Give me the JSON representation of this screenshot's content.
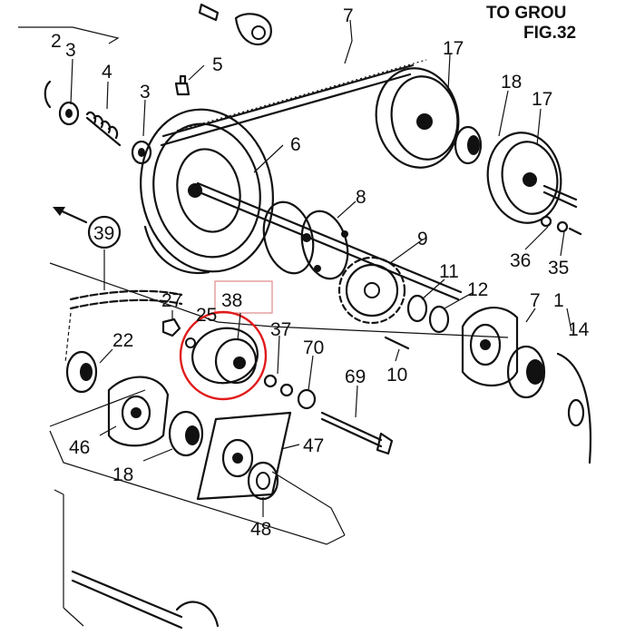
{
  "header": {
    "line1": "TO GROU",
    "line2": "FIG.32"
  },
  "callouts": [
    {
      "id": "7a",
      "text": "7"
    },
    {
      "id": "2",
      "text": "2"
    },
    {
      "id": "3a",
      "text": "3"
    },
    {
      "id": "4",
      "text": "4"
    },
    {
      "id": "5",
      "text": "5"
    },
    {
      "id": "3b",
      "text": "3"
    },
    {
      "id": "17a",
      "text": "17"
    },
    {
      "id": "18a",
      "text": "18"
    },
    {
      "id": "17b",
      "text": "17"
    },
    {
      "id": "6",
      "text": "6"
    },
    {
      "id": "8",
      "text": "8"
    },
    {
      "id": "39",
      "text": "39"
    },
    {
      "id": "9",
      "text": "9"
    },
    {
      "id": "36",
      "text": "36"
    },
    {
      "id": "35",
      "text": "35"
    },
    {
      "id": "11",
      "text": "11"
    },
    {
      "id": "12",
      "text": "12"
    },
    {
      "id": "27",
      "text": "27"
    },
    {
      "id": "38",
      "text": "38"
    },
    {
      "id": "25",
      "text": "25"
    },
    {
      "id": "7b",
      "text": "7"
    },
    {
      "id": "1",
      "text": "1"
    },
    {
      "id": "14",
      "text": "14"
    },
    {
      "id": "37",
      "text": "37"
    },
    {
      "id": "22",
      "text": "22"
    },
    {
      "id": "70",
      "text": "70"
    },
    {
      "id": "69",
      "text": "69"
    },
    {
      "id": "10",
      "text": "10"
    },
    {
      "id": "46",
      "text": "46"
    },
    {
      "id": "47",
      "text": "47"
    },
    {
      "id": "18b",
      "text": "18"
    },
    {
      "id": "48",
      "text": "48"
    }
  ],
  "highlight": {
    "part": "38",
    "circle_color": "#e11b1b",
    "box_color": "#e08a8a"
  },
  "colors": {
    "ink": "#111111",
    "paper": "#ffffff"
  }
}
